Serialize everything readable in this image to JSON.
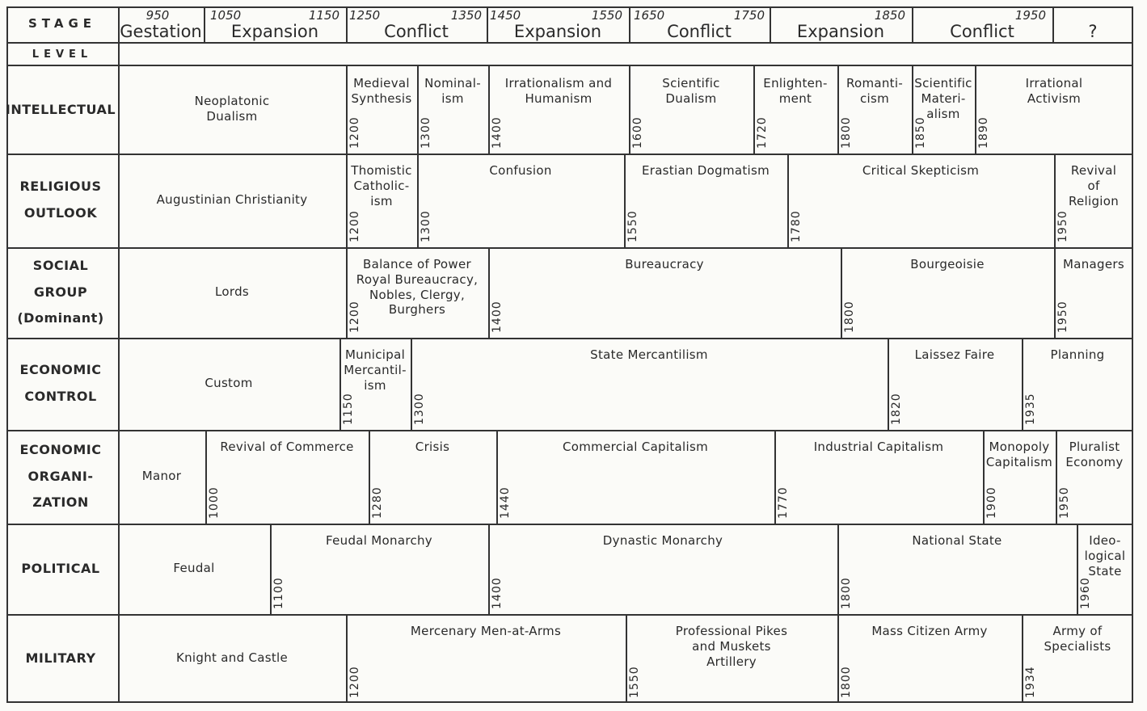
{
  "header": {
    "stage_label": "STAGE",
    "level_label": "LEVEL",
    "years": [
      "950",
      "1050",
      "1150",
      "1250",
      "1350",
      "1450",
      "1550",
      "1650",
      "1750",
      "1850",
      "1950"
    ],
    "stages": [
      "Gestation",
      "Expansion",
      "Conflict",
      "Expansion",
      "Conflict",
      "Expansion",
      "Conflict",
      "?"
    ]
  },
  "rows": [
    {
      "label": "INTELLECTUAL",
      "cells": [
        {
          "text": "Neoplatonic\nDualism"
        },
        {
          "text": "Medieval\nSynthesis",
          "year": "1200"
        },
        {
          "text": "Nominal-\nism",
          "year": "1300"
        },
        {
          "text": "Irrationalism and\nHumanism",
          "year": "1400"
        },
        {
          "text": "Scientific\nDualism",
          "year": "1600"
        },
        {
          "text": "Enlighten-\nment",
          "year": "1720"
        },
        {
          "text": "Romanti-\ncism",
          "year": "1800"
        },
        {
          "text": "Scientific\nMateri-\nalism",
          "year": "1850"
        },
        {
          "text": "Irrational\nActivism",
          "year": "1890"
        }
      ]
    },
    {
      "label": "RELIGIOUS\nOUTLOOK",
      "cells": [
        {
          "text": "Augustinian Christianity"
        },
        {
          "text": "Thomistic\nCatholic-\nism",
          "year": "1200"
        },
        {
          "text": "Confusion",
          "year": "1300"
        },
        {
          "text": "Erastian Dogmatism",
          "year": "1550"
        },
        {
          "text": "Critical Skepticism",
          "year": "1780"
        },
        {
          "text": "Revival of\nReligion",
          "year": "1950"
        }
      ]
    },
    {
      "label": "SOCIAL\nGROUP\n(Dominant)",
      "cells": [
        {
          "text": "Lords"
        },
        {
          "text": "Balance of Power\nRoyal Bureaucracy,\nNobles, Clergy,\nBurghers",
          "year": "1200"
        },
        {
          "text": "Bureaucracy",
          "year": "1400"
        },
        {
          "text": "Bourgeoisie",
          "year": "1800"
        },
        {
          "text": "Managers",
          "year": "1950"
        }
      ]
    },
    {
      "label": "ECONOMIC\nCONTROL",
      "cells": [
        {
          "text": "Custom"
        },
        {
          "text": "Municipal\nMercantil-\nism",
          "year": "1150"
        },
        {
          "text": "State Mercantilism",
          "year": "1300"
        },
        {
          "text": "Laissez Faire",
          "year": "1820"
        },
        {
          "text": "Planning",
          "year": "1935"
        }
      ]
    },
    {
      "label": "ECONOMIC\nORGANI-\nZATION",
      "cells": [
        {
          "text": "Manor"
        },
        {
          "text": "Revival of Commerce",
          "year": "1000"
        },
        {
          "text": "Crisis",
          "year": "1280"
        },
        {
          "text": "Commercial Capitalism",
          "year": "1440"
        },
        {
          "text": "Industrial Capitalism",
          "year": "1770"
        },
        {
          "text": "Monopoly\nCapitalism",
          "year": "1900"
        },
        {
          "text": "Pluralist\nEconomy",
          "year": "1950"
        }
      ]
    },
    {
      "label": "POLITICAL",
      "cells": [
        {
          "text": "Feudal"
        },
        {
          "text": "Feudal Monarchy",
          "year": "1100"
        },
        {
          "text": "Dynastic Monarchy",
          "year": "1400"
        },
        {
          "text": "National State",
          "year": "1800"
        },
        {
          "text": "Ideo-\nlogical\nState",
          "year": "1960"
        }
      ]
    },
    {
      "label": "MILITARY",
      "cells": [
        {
          "text": "Knight and Castle"
        },
        {
          "text": "Mercenary Men-at-Arms",
          "year": "1200"
        },
        {
          "text": "Professional Pikes\nand Muskets\nArtillery",
          "year": "1550"
        },
        {
          "text": "Mass Citizen Army",
          "year": "1800"
        },
        {
          "text": "Army of\nSpecialists",
          "year": "1934"
        }
      ]
    }
  ]
}
